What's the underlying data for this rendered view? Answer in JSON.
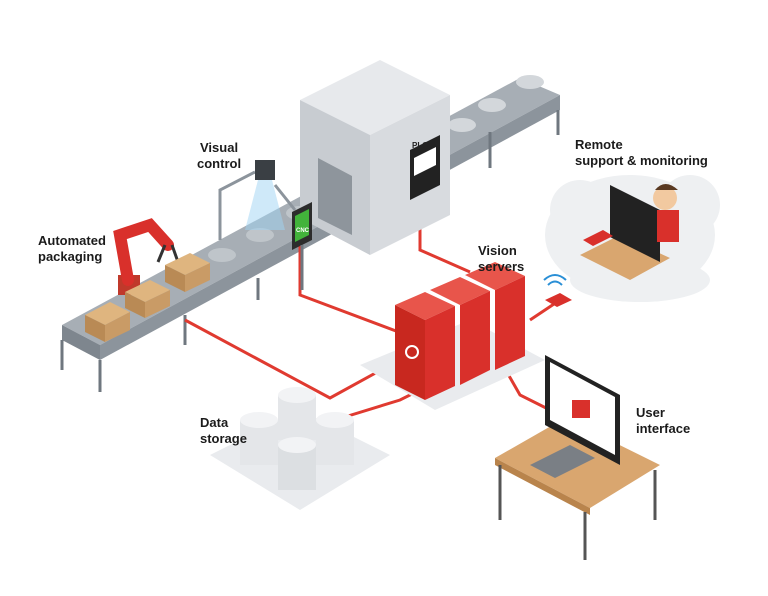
{
  "labels": {
    "automated_packaging": [
      "Automated",
      "packaging"
    ],
    "visual_control": [
      "Visual",
      "control"
    ],
    "vision_servers": [
      "Vision",
      "servers"
    ],
    "remote_support": [
      "Remote",
      "support & monitoring"
    ],
    "data_storage": [
      "Data",
      "storage"
    ],
    "user_interface": [
      "User",
      "interface"
    ]
  },
  "device_text": {
    "plc": "PLC",
    "cnc": "CNC"
  },
  "colors": {
    "accent_red": "#d9302b",
    "cable_red": "#e03a30",
    "steel": "#9aa1a8",
    "belt": "#8c949c",
    "box_brown": "#c99b66",
    "desk_wood": "#d9a66f",
    "platform": "#e9ebee"
  },
  "icons": [
    "gear-logo-icon",
    "wifi-icon",
    "camera-icon",
    "robot-arm-icon"
  ]
}
